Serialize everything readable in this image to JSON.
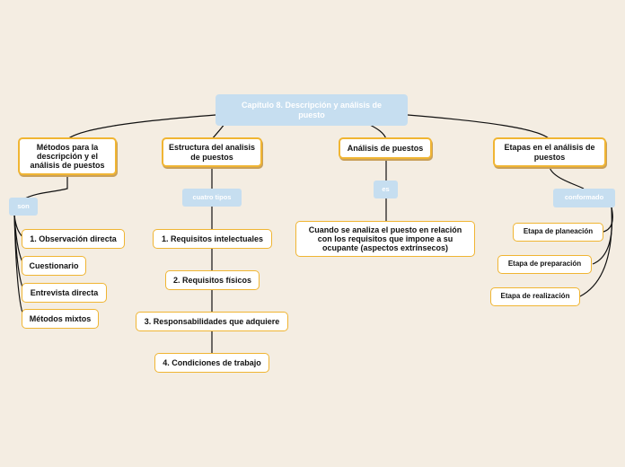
{
  "root": {
    "title": "Capítulo 8. Descripción y análisis de puesto"
  },
  "branches": {
    "metodos": {
      "title": "Métodos para la descripción y el análisis de puestos",
      "connector": "son",
      "items": [
        "1. Observación directa",
        "Cuestionario",
        "Entrevista directa",
        "Métodos mixtos"
      ]
    },
    "estructura": {
      "title": "Estructura del analisis de puestos",
      "connector": "cuatro tipos",
      "items": [
        "1. Requisitos intelectuales",
        "2. Requisitos físicos",
        "3. Responsabilidades que adquiere",
        "4. Condiciones de trabajo"
      ]
    },
    "analisis": {
      "title": "Análisis de puestos",
      "connector": "es",
      "items": [
        "Cuando se analiza el puesto en relación con los requisitos que impone a su ocupante (aspectos extrínsecos)"
      ]
    },
    "etapas": {
      "title": "Etapas en el análisis de puestos",
      "connector": "conformado",
      "items": [
        "Etapa de planeación",
        "Etapa de preparación",
        "Etapa de realización"
      ]
    }
  }
}
